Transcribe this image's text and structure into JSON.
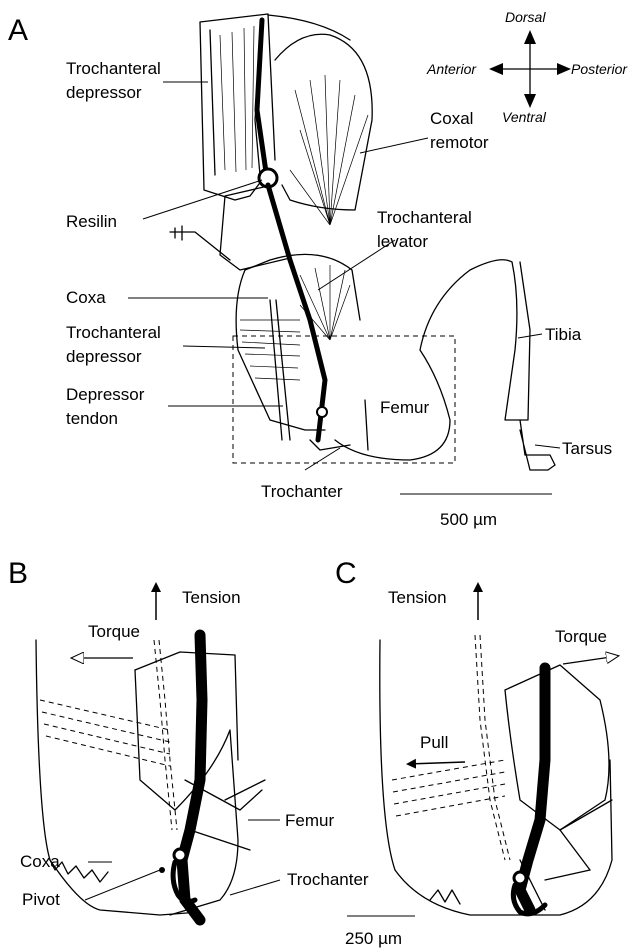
{
  "panels": {
    "a": {
      "letter": "A",
      "compass": {
        "dorsal": "Dorsal",
        "ventral": "Ventral",
        "anterior": "Anterior",
        "posterior": "Posterior"
      },
      "labels": {
        "trochanteral_depressor_top_1": "Trochanteral",
        "trochanteral_depressor_top_2": "depressor",
        "coxal_remotor_1": "Coxal",
        "coxal_remotor_2": "remotor",
        "resilin": "Resilin",
        "trochanteral_levator_1": "Trochanteral",
        "trochanteral_levator_2": "levator",
        "coxa": "Coxa",
        "trochanteral_depressor_mid_1": "Trochanteral",
        "trochanteral_depressor_mid_2": "depressor",
        "tibia": "Tibia",
        "depressor_tendon_1": "Depressor",
        "depressor_tendon_2": "tendon",
        "femur": "Femur",
        "tarsus": "Tarsus",
        "trochanter": "Trochanter"
      },
      "scale_bar": "500 µm"
    },
    "b": {
      "letter": "B",
      "labels": {
        "tension": "Tension",
        "torque": "Torque",
        "femur": "Femur",
        "coxa": "Coxa",
        "trochanter": "Trochanter",
        "pivot": "Pivot"
      }
    },
    "c": {
      "letter": "C",
      "labels": {
        "tension": "Tension",
        "torque": "Torque",
        "pull": "Pull"
      },
      "scale_bar": "250 µm"
    }
  }
}
